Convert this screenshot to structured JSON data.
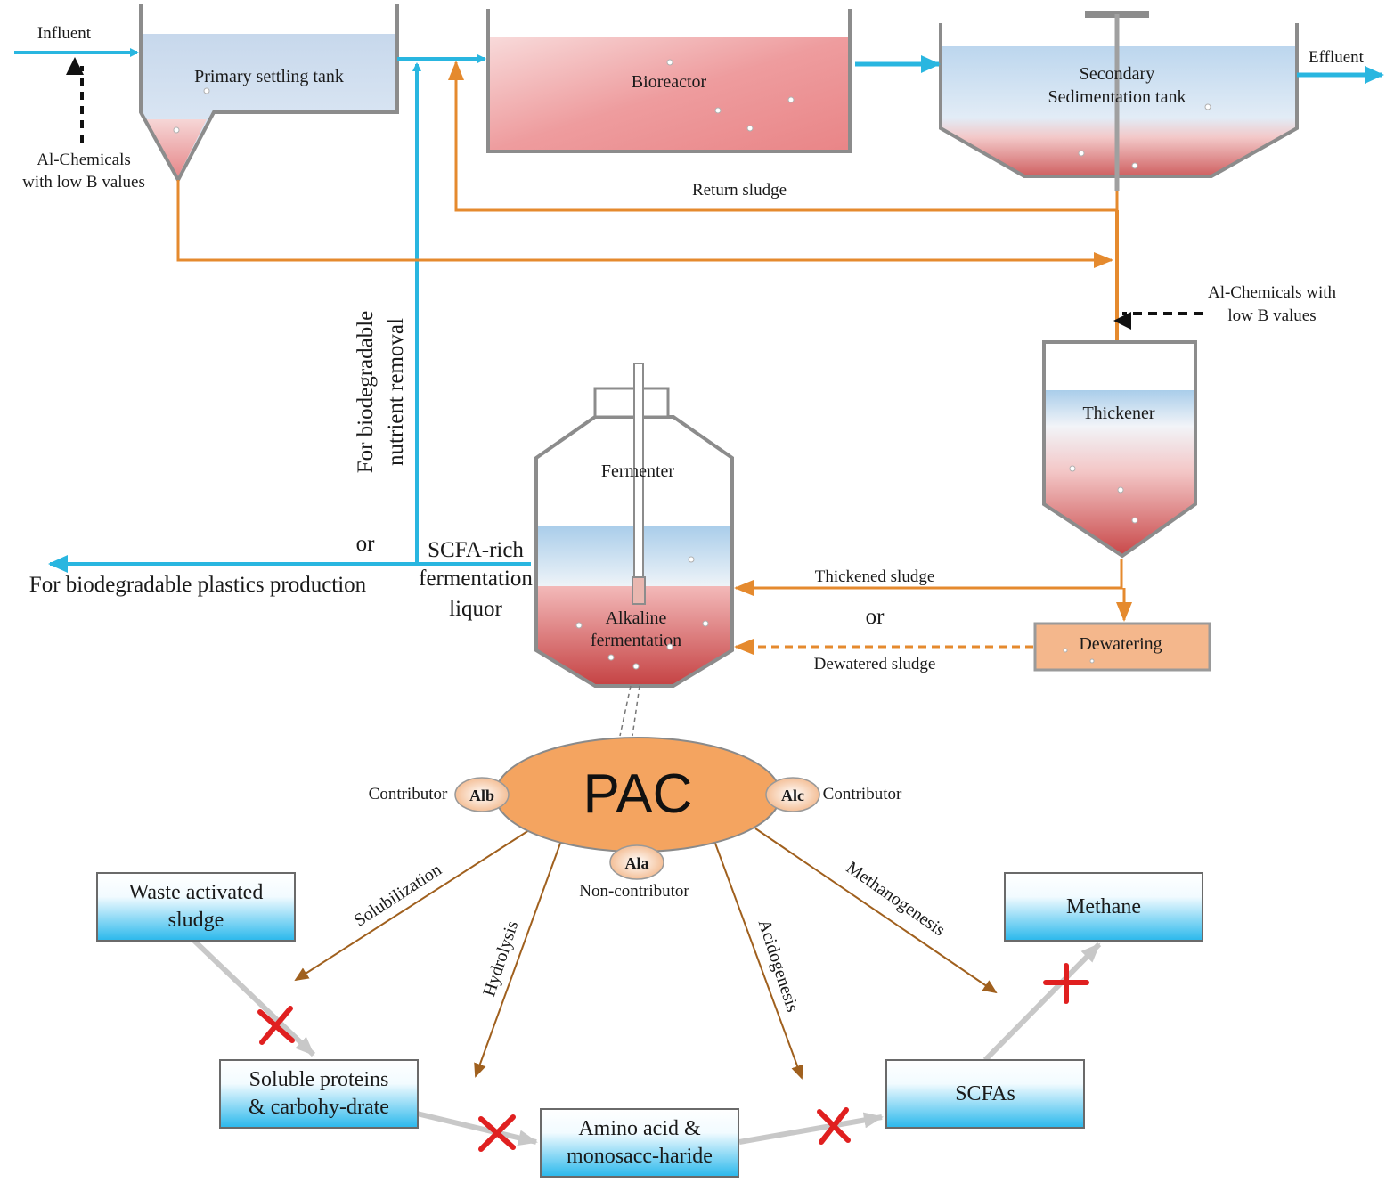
{
  "labels": {
    "influent": "Influent",
    "effluent": "Effluent",
    "al_chem_left_1": "Al-Chemicals",
    "al_chem_left_2": "with low B values",
    "al_chem_right_1": "Al-Chemicals with",
    "al_chem_right_2": "low B values",
    "return_sludge": "Return sludge",
    "bnr_1": "For biodegradable",
    "bnr_2": "nutrient removal",
    "or_left": "or",
    "or_right": "or",
    "plastics": "For biodegradable plastics production",
    "scfa_liquor_1": "SCFA-rich",
    "scfa_liquor_2": "fermentation",
    "scfa_liquor_3": "liquor",
    "thickened_sludge": "Thickened sludge",
    "dewatered_sludge": "Dewatered sludge"
  },
  "tanks": {
    "primary": "Primary settling tank",
    "bioreactor": "Bioreactor",
    "secondary_1": "Secondary",
    "secondary_2": "Sedimentation tank",
    "thickener": "Thickener",
    "fermenter": "Fermenter",
    "alkaline_1": "Alkaline",
    "alkaline_2": "fermentation",
    "dewatering": "Dewatering"
  },
  "pac": {
    "title": "PAC",
    "alb": "Alb",
    "alc": "Alc",
    "ala": "Ala",
    "contributor_left": "Contributor",
    "contributor_right": "Contributor",
    "non_contributor": "Non-contributor"
  },
  "processes": {
    "solubilization": "Solubilization",
    "hydrolysis": "Hydrolysis",
    "acidogenesis": "Acidogenesis",
    "methanogenesis": "Methanogenesis"
  },
  "boxes": {
    "was_1": "Waste activated",
    "was_2": "sludge",
    "soluble_1": "Soluble proteins",
    "soluble_2": "& carbohy-drate",
    "amino_1": "Amino acid &",
    "amino_2": "monosacc-haride",
    "scfas": "SCFAs",
    "methane": "Methane"
  },
  "colors": {
    "water_flow": "#29b6e0",
    "sludge_flow": "#e58a2e",
    "pac_fill": "#f4a460",
    "inhibit_cross": "#e02020",
    "box_top": "#ffffff",
    "box_bottom": "#2ab8ec"
  }
}
